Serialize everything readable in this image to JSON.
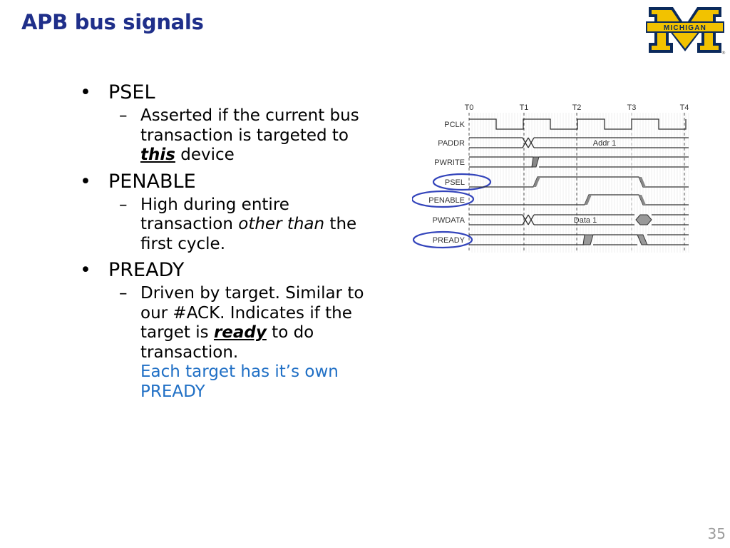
{
  "slide": {
    "title": "APB bus signals",
    "page_number": "35"
  },
  "logo": {
    "text": "MICHIGAN",
    "mark": "®",
    "colors": {
      "maize": "#f2c200",
      "blue": "#0b2a5c"
    }
  },
  "bullets": [
    {
      "label": "PSEL",
      "sub": [
        {
          "parts": [
            {
              "text": "Asserted if the current bus transaction is targeted to ",
              "style": "normal"
            },
            {
              "text": "this",
              "style": "bold-italic-underline"
            },
            {
              "text": " device",
              "style": "normal"
            }
          ]
        }
      ]
    },
    {
      "label": "PENABLE",
      "sub": [
        {
          "parts": [
            {
              "text": "High during entire transaction ",
              "style": "normal"
            },
            {
              "text": "other than",
              "style": "italic"
            },
            {
              "text": " the first cycle.",
              "style": "normal"
            }
          ]
        }
      ]
    },
    {
      "label": "PREADY",
      "sub": [
        {
          "parts": [
            {
              "text": "Driven by target. Similar to our #ACK. Indicates if the target is ",
              "style": "normal"
            },
            {
              "text": "ready",
              "style": "bold-italic-underline"
            },
            {
              "text": " to do transaction.",
              "style": "normal"
            },
            {
              "text": "Each target has it’s own PREADY",
              "style": "highlight-newline"
            }
          ]
        }
      ]
    }
  ],
  "timing_diagram": {
    "time_labels": [
      "T0",
      "T1",
      "T2",
      "T3",
      "T4"
    ],
    "signals": [
      "PCLK",
      "PADDR",
      "PWRITE",
      "PSEL",
      "PENABLE",
      "PWDATA",
      "PREADY"
    ],
    "circled_signals": [
      "PSEL",
      "PENABLE",
      "PREADY"
    ],
    "bus_labels": {
      "PADDR": "Addr 1",
      "PWDATA": "Data 1"
    },
    "circle_color": "#3344bb"
  }
}
